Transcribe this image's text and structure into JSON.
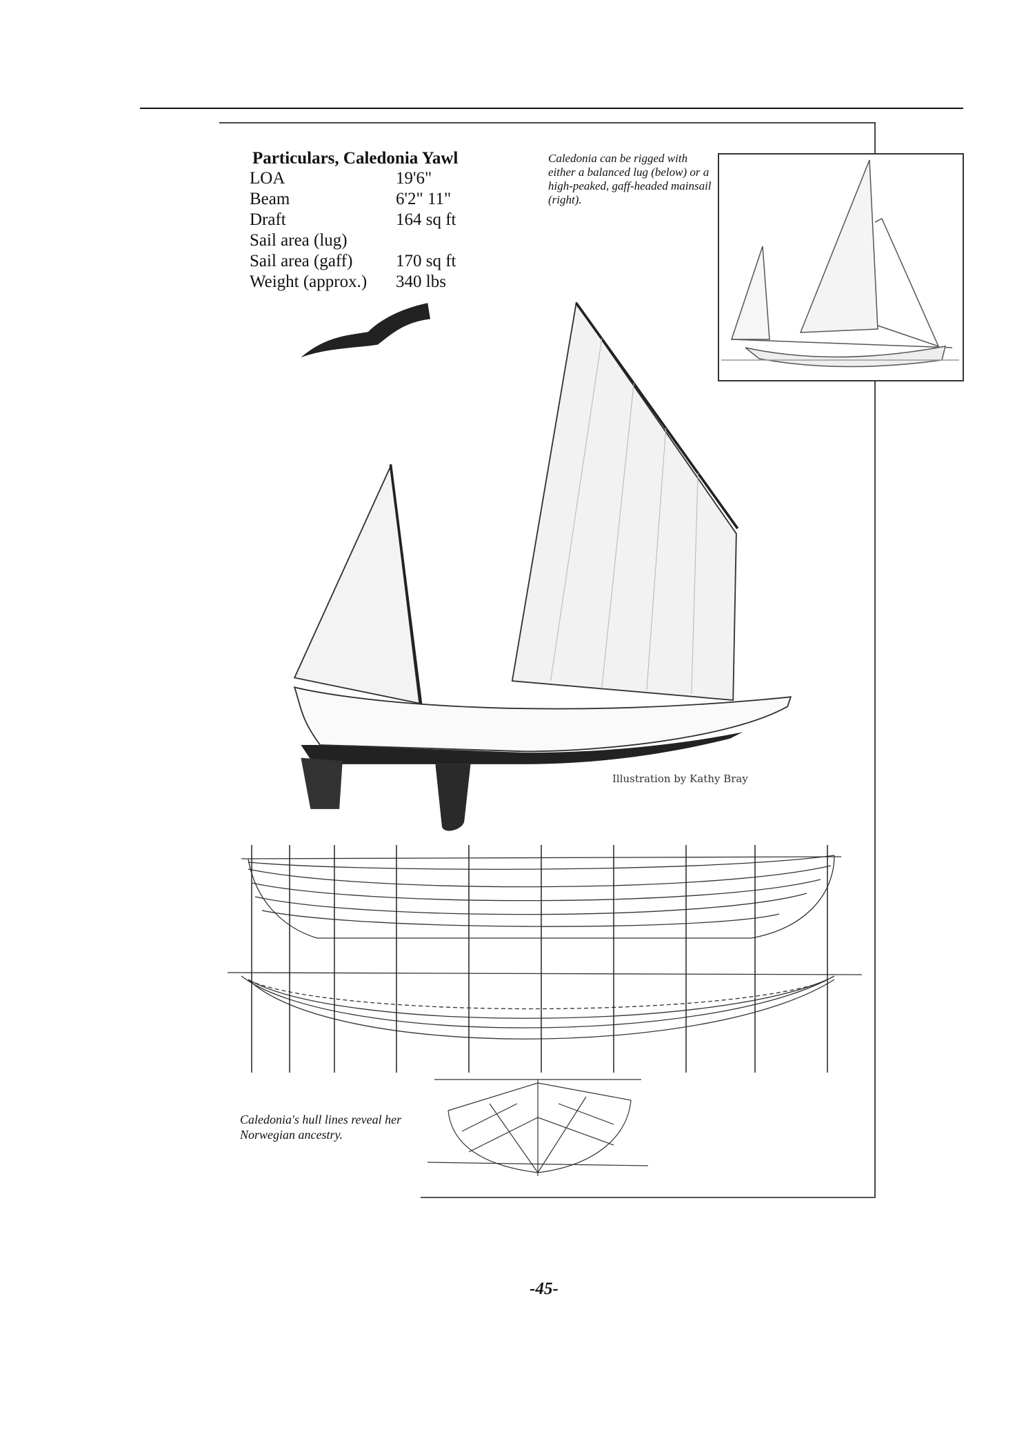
{
  "particulars": {
    "title": "Particulars, Caledonia Yawl",
    "rows": [
      {
        "label": "LOA",
        "value": "19'6\""
      },
      {
        "label": "Beam",
        "value": "6'2\" 11\""
      },
      {
        "label": "Draft",
        "value": "164 sq ft"
      },
      {
        "label": "Sail area (lug)",
        "value": ""
      },
      {
        "label": "Sail area (gaff)",
        "value": "170 sq ft"
      },
      {
        "label": "Weight (approx.)",
        "value": "340 lbs"
      }
    ]
  },
  "captions": {
    "rig": "Caledonia can be rigged with either a balanced lug (below) or a high-peaked, gaff-headed mainsail (right).",
    "hull": "Caledonia's hull lines reveal her Norwegian ancestry.",
    "credit": "Illustration by Kathy Bray"
  },
  "page_number": "-45-"
}
